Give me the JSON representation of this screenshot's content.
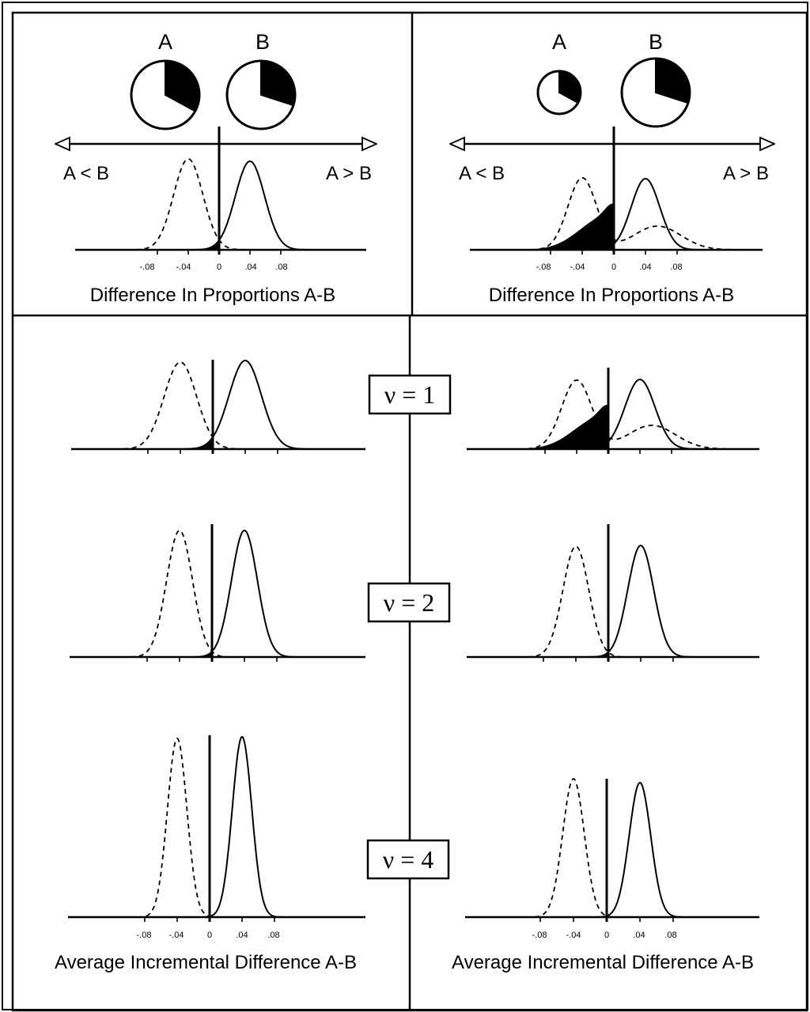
{
  "figure": {
    "panels": [
      {
        "id": "top-left",
        "pie_labels": [
          "A",
          "B"
        ],
        "pies": [
          {
            "label": "A",
            "black_fraction": 0.33
          },
          {
            "label": "B",
            "black_fraction": 0.3
          }
        ],
        "direction_labels": {
          "left": "A < B",
          "right": "A > B"
        },
        "tick_labels": [
          "-.08",
          "-.04",
          "0",
          ".04",
          ".08"
        ],
        "xlabel": "Difference In Proportions A-B"
      },
      {
        "id": "top-right",
        "pie_labels": [
          "A",
          "B"
        ],
        "pies": [
          {
            "label": "A",
            "black_fraction": 0.33
          },
          {
            "label": "B",
            "black_fraction": 0.3
          }
        ],
        "direction_labels": {
          "left": "A < B",
          "right": "A > B"
        },
        "tick_labels": [
          "-.08",
          "-.04",
          "0",
          ".04",
          ".08"
        ],
        "xlabel": "Difference In Proportions A-B"
      }
    ],
    "nu_boxes": [
      "ν = 1",
      "ν = 2",
      "ν = 4"
    ],
    "bottom": {
      "left_tick_labels": [
        "-.08",
        "-.04",
        "0",
        ".04",
        ".08"
      ],
      "right_tick_labels": [
        "-.08",
        "-.04",
        "0",
        ".04",
        ".08"
      ],
      "left_xlabel": "Average Incremental Difference A-B",
      "right_xlabel": "Average Incremental Difference A-B"
    }
  },
  "chart_data": [
    {
      "type": "area",
      "panel": "top-left",
      "series": [
        {
          "shape": "normal",
          "mean": -0.04,
          "style": "dashed"
        },
        {
          "shape": "normal",
          "mean": 0.04,
          "style": "solid"
        }
      ],
      "shaded": "x < 0"
    },
    {
      "type": "area",
      "panel": "top-right",
      "series": [
        {
          "shape": "normal",
          "mean": -0.04,
          "style": "dashed"
        },
        {
          "shape": "normal",
          "mean": 0.04,
          "style": "solid"
        }
      ],
      "shaded": "x < 0"
    },
    {
      "type": "area",
      "panel": "nu-1-left",
      "series": [
        {
          "mean": -0.04,
          "style": "dashed"
        },
        {
          "mean": 0.04,
          "style": "solid"
        }
      ]
    },
    {
      "type": "area",
      "panel": "nu-1-right",
      "series": [
        {
          "mean": -0.04,
          "style": "dashed"
        },
        {
          "mean": 0.04,
          "style": "solid"
        }
      ]
    },
    {
      "type": "area",
      "panel": "nu-2-left",
      "series": [
        {
          "mean": -0.04,
          "style": "dashed"
        },
        {
          "mean": 0.04,
          "style": "solid"
        }
      ]
    },
    {
      "type": "area",
      "panel": "nu-2-right",
      "series": [
        {
          "mean": -0.04,
          "style": "dashed"
        },
        {
          "mean": 0.04,
          "style": "solid"
        }
      ]
    },
    {
      "type": "area",
      "panel": "nu-4-left",
      "series": [
        {
          "mean": -0.04,
          "style": "dashed"
        },
        {
          "mean": 0.04,
          "style": "solid"
        }
      ]
    },
    {
      "type": "area",
      "panel": "nu-4-right",
      "series": [
        {
          "mean": -0.04,
          "style": "dashed"
        },
        {
          "mean": 0.04,
          "style": "solid"
        }
      ]
    }
  ]
}
